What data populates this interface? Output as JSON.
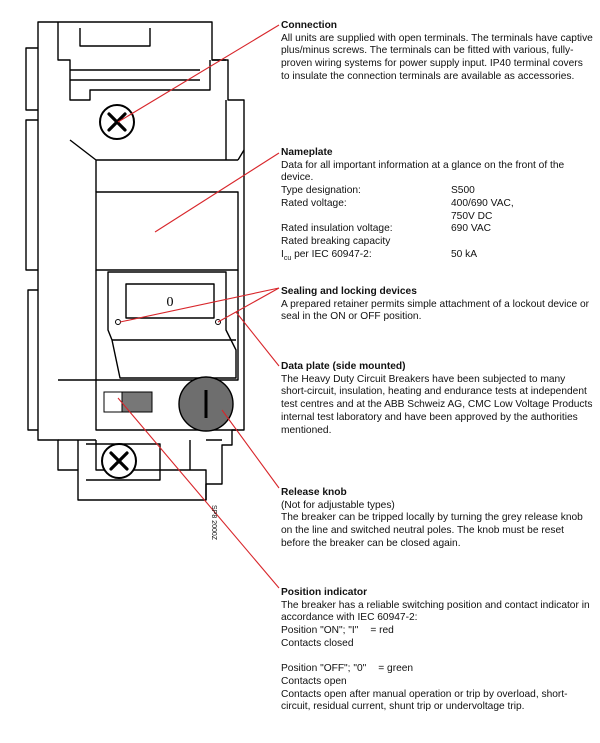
{
  "device": {
    "handle_mark": "0",
    "drawing_ref": "SP8 2000Z"
  },
  "sections": {
    "connection": {
      "title": "Connection",
      "body": "All units are supplied with open terminals. The terminals have captive plus/minus screws. The terminals can be fitted with various, fully-proven wiring systems for power supply input. IP40 terminal covers to insulate the connection terminals are available as accessories."
    },
    "nameplate": {
      "title": "Nameplate",
      "body": "Data for all important information at a glance on the front of the device.",
      "rows": [
        {
          "label": "Type designation:",
          "value": "S500"
        },
        {
          "label": "Rated voltage:",
          "value": "400/690 VAC,"
        },
        {
          "label": "",
          "value": "750V DC"
        },
        {
          "label": "Rated insulation voltage:",
          "value": "690 VAC"
        },
        {
          "label": "Rated breaking capacity",
          "value": ""
        },
        {
          "label": "per IEC 60947-2:",
          "value": "50 kA"
        }
      ],
      "icu_main": "I",
      "icu_sub": "cu"
    },
    "sealing": {
      "title": "Sealing and locking devices",
      "body": "A prepared retainer permits simple attachment of a lockout device or seal in the ON or OFF position."
    },
    "dataplate": {
      "title": "Data plate (side mounted)",
      "body": "The Heavy Duty Circuit Breakers have been subjected to many short-circuit, insulation, heating and endurance tests at independent test centres and at the ABB Schweiz AG, CMC Low Voltage Products internal test laboratory and have been approved by the authorities mentioned."
    },
    "release": {
      "title": "Release knob",
      "subtitle": "(Not for adjustable types)",
      "body": "The breaker can be tripped locally by turning the grey release knob on the line and switched neutral poles. The knob must be reset before the breaker can be closed again."
    },
    "position": {
      "title": "Position indicator",
      "body": "The breaker has a reliable switching position and contact indicator in accordance with IEC 60947-2:",
      "on_label": "Position \"ON\"; \"I\"",
      "on_color": "= red",
      "on_state": "Contacts closed",
      "off_label": "Position \"OFF\"; \"0\"",
      "off_color": "= green",
      "off_state": "Contacts open",
      "trip_note": "Contacts open after manual operation or trip by overload, short-circuit, residual current, shunt trip or undervoltage trip."
    }
  }
}
